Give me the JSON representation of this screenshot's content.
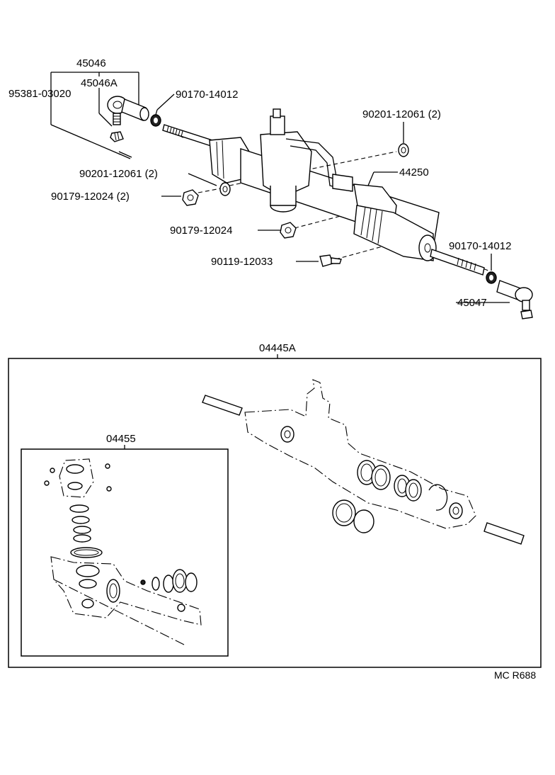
{
  "labels": {
    "p45046": "45046",
    "p45046a": "45046A",
    "p95381": "95381-03020",
    "p90170_top": "90170-14012",
    "p90201_right": "90201-12061 (2)",
    "p44250": "44250",
    "p90201_left": "90201-12061 (2)",
    "p90179_2": "90179-12024 (2)",
    "p90179": "90179-12024",
    "p90119": "90119-12033",
    "p90170_right": "90170-14012",
    "p45047": "45047",
    "p04445a": "04445A",
    "p04455": "04455",
    "code": "MC R688"
  }
}
